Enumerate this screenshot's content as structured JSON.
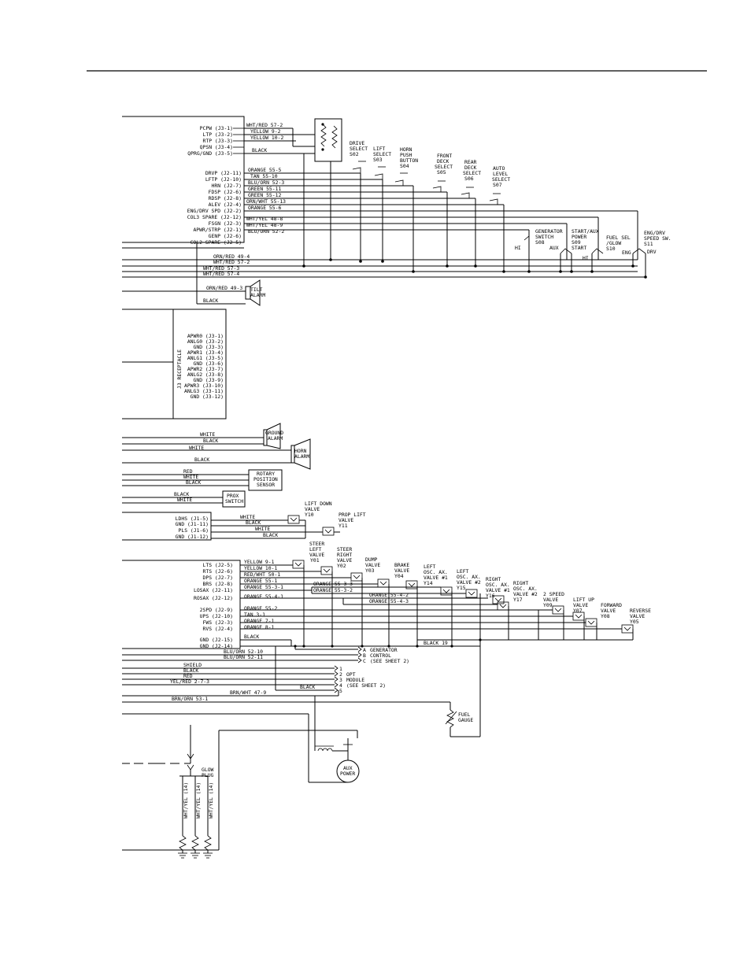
{
  "controller_pins_top": [
    "PCPW (J3-1)",
    "LTP (J3-2)",
    "RTP (J3-3)",
    "QPSN (J3-4)",
    "QPRG/GND (J3-5)"
  ],
  "controller_pins_j2": [
    "DRVP (J2-11)",
    "LFTP (J2-10)",
    "HRN (J2-7)",
    "FDSP (J2-6)",
    "RDSP (J2-8)",
    "ALEV (J2-4)",
    "ENG/DRV SPD (J2-2)",
    "COL3 SPARE (J2-12)",
    "FSGN (J2-3)",
    "APWR/STRP (J2-1)",
    "GENP (J2-6)",
    "COL2 SPARE (J2-5)"
  ],
  "wires_top": [
    "WHT/RED 57-2",
    "YELLOW 9-2",
    "YELLOW 10-2",
    "BLACK"
  ],
  "wires_j2": [
    "ORANGE 55-5",
    "TAN 55-10",
    "BLU/ORN 52-3",
    "GREEN 55-11",
    "GREEN 55-12",
    "ORN/WHT 55-13",
    "ORANGE 55-6",
    "WHT/YEL 48-8",
    "WHT/YEL 48-9",
    "BLU/ORN 52-2"
  ],
  "power_wires": [
    "ORN/RED 49-4",
    "WHT/RED 57-2",
    "WHT/RED 57-3",
    "WHT/RED 57-4"
  ],
  "switches": [
    {
      "lines": [
        "DRIVE",
        "SELECT",
        "S02"
      ]
    },
    {
      "lines": [
        "LIFT",
        "SELECT",
        "S03"
      ]
    },
    {
      "lines": [
        "HORN",
        "PUSH",
        "BUTTON",
        "S04"
      ]
    },
    {
      "lines": [
        "FRONT",
        "DECK",
        "SELECT",
        "S05"
      ]
    },
    {
      "lines": [
        "REAR",
        "DECK",
        "SELECT",
        "S06"
      ]
    },
    {
      "lines": [
        "AUTO",
        "LEVEL",
        "SELECT",
        "S07"
      ]
    }
  ],
  "generator_switch": {
    "lines": [
      "GENERATOR",
      "SWITCH",
      "S08"
    ],
    "hi": "HI"
  },
  "start_switch": {
    "lines": [
      "START/AUX",
      "POWER",
      "S09",
      "START"
    ],
    "aux": "AUX",
    "hi": "HI"
  },
  "fuel_switch": {
    "lines": [
      "FUEL SEL",
      "/GLOW",
      "S10"
    ],
    "eng": "ENG"
  },
  "speed_switch": {
    "lines": [
      "ENG/DRV",
      "SPEED SW.",
      "S11"
    ],
    "drv": "DRV"
  },
  "tilt_alarm": {
    "wire1": "ORN/RED 49-3",
    "wire2": "BLACK",
    "lines": [
      "TILT",
      "ALARM"
    ]
  },
  "j3_receptacle": {
    "title": "J3 RECEPTACLE",
    "pins": [
      "APWR0 (J3-1)",
      "ANLG0 (J3-2)",
      "GND (J3-3)",
      "APWR1 (J3-4)",
      "ANLG1 (J3-5)",
      "GND (J3-6)",
      "APWR2 (J3-7)",
      "ANLG2 (J3-8)",
      "GND (J3-9)",
      "APWR3 (J3-10)",
      "ANLG3 (J3-11)",
      "GND (J3-12)"
    ]
  },
  "ground_alarm": {
    "wires": [
      "WHITE",
      "BLACK"
    ],
    "lines": [
      "GROUND",
      "ALARM"
    ]
  },
  "horn_alarm": {
    "wires": [
      "WHITE",
      "BLACK"
    ],
    "lines": [
      "HORN",
      "ALARM"
    ]
  },
  "rotary_sensor": {
    "wires": [
      "RED",
      "WHITE",
      "BLACK"
    ],
    "lines": [
      "ROTARY",
      "POSITION",
      "SENSOR"
    ]
  },
  "prox_switch": {
    "wires": [
      "BLACK",
      "WHITE"
    ],
    "lines": [
      "PROX",
      "SWITCH"
    ]
  },
  "j1_pins": [
    "LDHS (J1-5)",
    "GND (J1-11)",
    "PLS (J1-6)",
    "GND (J1-12)"
  ],
  "j1_wires": [
    "WHITE",
    "BLACK",
    "WHITE",
    "BLACK"
  ],
  "lift_down_valve": {
    "lines": [
      "LIFT DOWN",
      "VALVE",
      "Y10"
    ]
  },
  "prop_lift_valve": {
    "lines": [
      "PROP LIFT",
      "VALVE",
      "Y11"
    ]
  },
  "valve_pins": [
    "LTS (J2-5)",
    "RTS (J2-6)",
    "DPS (J2-7)",
    "BRS (J2-8)",
    "LOSAX (J2-11)",
    "ROSAX (J2-12)",
    "2SPD (J2-9)",
    "UPS (J2-10)",
    "FWS (J2-3)",
    "RVS (J2-4)",
    "GND (J2-15)",
    "GND (J2-14)"
  ],
  "valve_wires": [
    "YELLOW 9-1",
    "YELLOW 10-1",
    "RED/WHT 50-1",
    "ORANGE 55-1",
    "ORANGE 55-3-1",
    "ORANGE 55-4-1",
    "ORANGE 55-2",
    "TAN 3-1",
    "ORANGE 7-1",
    "ORANGE 8-1",
    "BLACK"
  ],
  "osc_wires": [
    "ORANGE 55-3-3",
    "ORANGE 55-3-2",
    "ORANGE 55-4-2",
    "ORANGE 55-4-3"
  ],
  "black_19": "BLACK 19",
  "valves": [
    {
      "lines": [
        "STEER",
        "LEFT",
        "VALVE",
        "Y01"
      ]
    },
    {
      "lines": [
        "STEER",
        "RIGHT",
        "VALVE",
        "Y02"
      ]
    },
    {
      "lines": [
        "DUMP",
        "VALVE",
        "Y03"
      ]
    },
    {
      "lines": [
        "BRAKE",
        "VALVE",
        "Y04"
      ]
    },
    {
      "lines": [
        "LEFT",
        "OSC. AX.",
        "VALVE #1",
        "Y14"
      ]
    },
    {
      "lines": [
        "LEFT",
        "OSC. AX.",
        "VALVE #2",
        "Y15"
      ]
    },
    {
      "lines": [
        "RIGHT",
        "OSC. AX.",
        "VALVE #1",
        "Y16"
      ]
    },
    {
      "lines": [
        "RIGHT",
        "OSC. AX.",
        "VALVE #2",
        "Y17"
      ]
    },
    {
      "lines": [
        "2 SPEED",
        "VALVE",
        "Y09"
      ]
    },
    {
      "lines": [
        "LIFT UP",
        "VALVE",
        "Y07"
      ]
    },
    {
      "lines": [
        "FORWARD",
        "VALVE",
        "Y08"
      ]
    },
    {
      "lines": [
        "REVERSE",
        "VALVE",
        "Y05"
      ]
    }
  ],
  "generator_control": {
    "wires": [
      "BLU/ORN 52-10",
      "BLU/ORN 52-11"
    ],
    "pins": [
      "A",
      "B",
      "C"
    ],
    "lines": [
      "GENERATOR",
      "CONTROL",
      "(SEE SHEET 2)"
    ]
  },
  "opt_module": {
    "wires": [
      "SHIELD",
      "BLACK",
      "RED",
      "YEL/RED 2-7-3",
      "BLACK",
      "BRN/WHT 47-9"
    ],
    "pins": [
      "1",
      "2",
      "3",
      "4",
      "5"
    ],
    "lines": [
      "OPT",
      "MODULE",
      "(SEE SHEET 2)"
    ]
  },
  "fuel_gauge": {
    "wire": "BRN/ORN 53-1",
    "lines": [
      "FUEL",
      "GAUGE"
    ]
  },
  "aux_power": {
    "lines": [
      "AUX",
      "POWER"
    ]
  },
  "glow_plug": {
    "lines": [
      "GLOW",
      "PLUG"
    ],
    "wires": [
      "WHT/YEL (14)",
      "WHT/YEL (14)",
      "WHT/YEL (14)"
    ]
  }
}
